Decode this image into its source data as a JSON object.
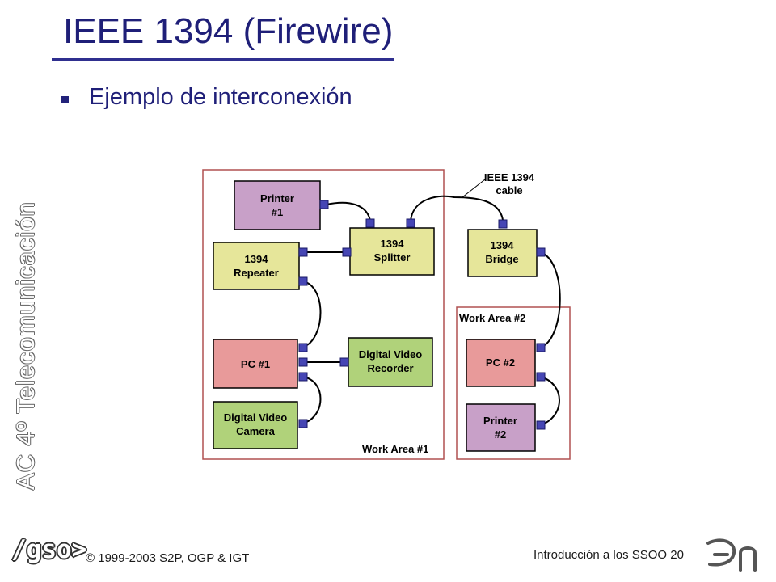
{
  "slide": {
    "title": "IEEE 1394 (Firewire)",
    "bullet": "Ejemplo de interconexión",
    "side_text": "AC 4º Telecomunicación",
    "logo_text": "/gso>",
    "copyright_symbol": "©",
    "copyright_text": "1999-2003 S2P, OGP & IGT",
    "footer_text": "Introducción a los SSOO 20"
  },
  "diagram": {
    "devices": {
      "printer1": [
        "Printer",
        "#1"
      ],
      "repeater": [
        "1394",
        "Repeater"
      ],
      "splitter": [
        "1394",
        "Splitter"
      ],
      "bridge": [
        "1394",
        "Bridge"
      ],
      "pc1": [
        "PC #1"
      ],
      "dvr": [
        "Digital Video",
        "Recorder"
      ],
      "camera": [
        "Digital Video",
        "Camera"
      ],
      "pc2": [
        "PC #2"
      ],
      "printer2": [
        "Printer",
        "#2"
      ]
    },
    "areas": {
      "area1": "Work Area #1",
      "area2": "Work Area #2"
    },
    "callout": [
      "IEEE 1394",
      "cable"
    ]
  },
  "colors": {
    "title": "#1f1f78",
    "purple_box": "#c8a0c8",
    "yellow_box": "#e6e69a",
    "pink_box": "#e89a9a",
    "green_box": "#b0d27a",
    "port": "#4646b4",
    "area_border": "#b05050"
  }
}
